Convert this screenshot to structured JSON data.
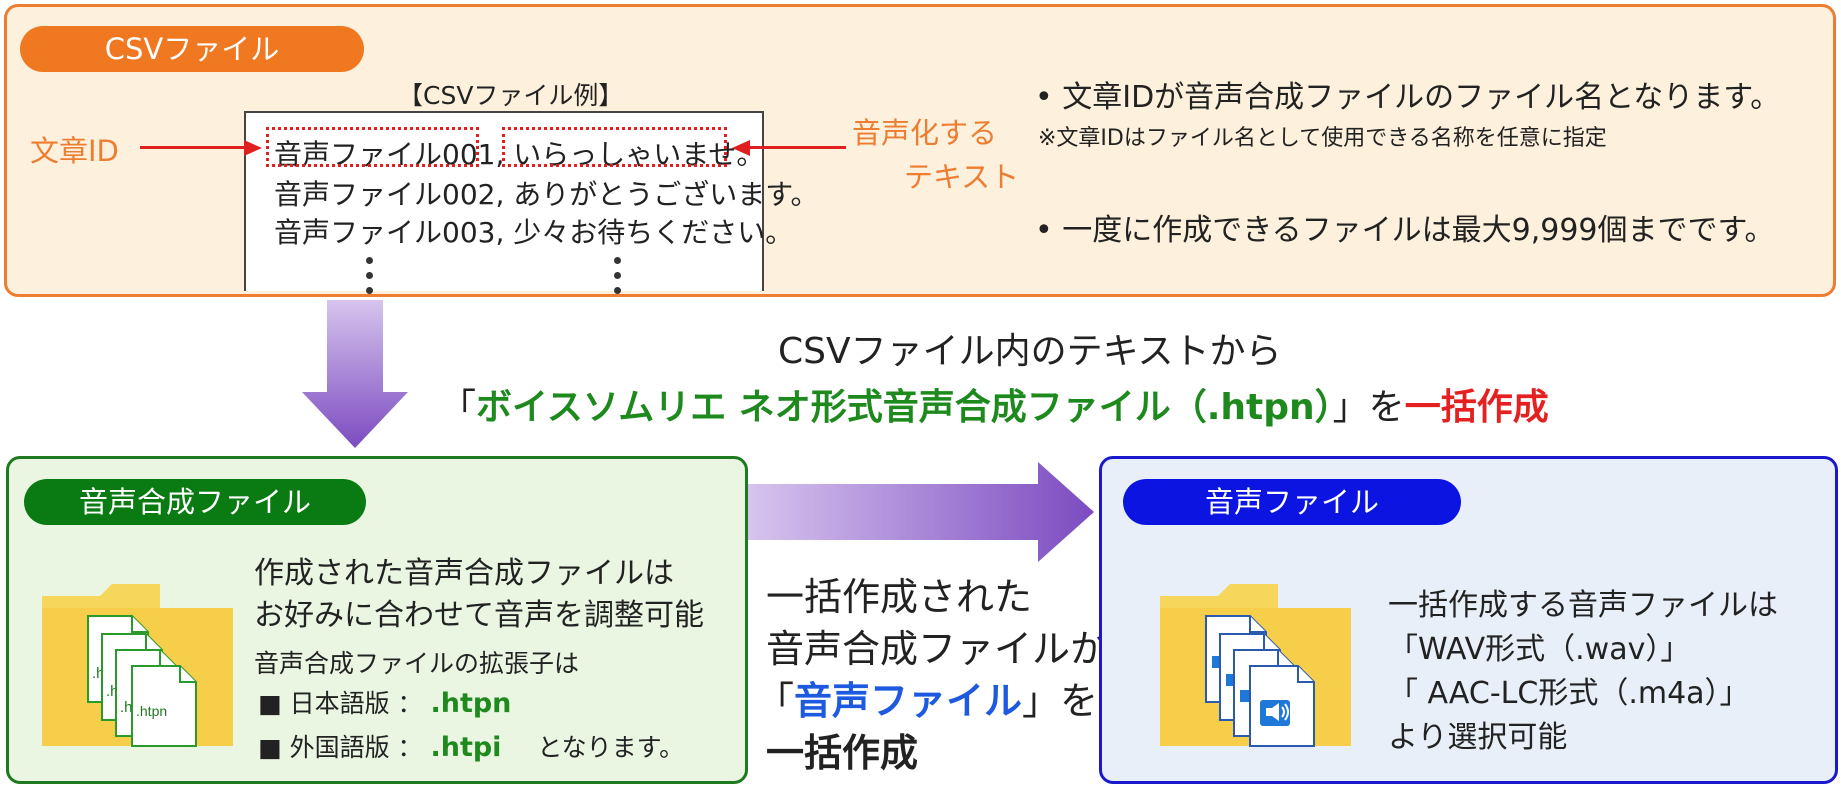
{
  "csv_panel": {
    "pill_label": "CSVファイル",
    "example_title": "【CSVファイル例】",
    "rows": [
      {
        "id": "音声ファイル001",
        "sep": ",",
        "text": "いらっしゃいませ。"
      },
      {
        "line": "音声ファイル002, ありがとうございます。"
      },
      {
        "line": "音声ファイル003, 少々お待ちください。"
      }
    ],
    "id_label": "文章ID",
    "text_label_line1": "音声化する",
    "text_label_line2": "テキスト",
    "bullet1": "• 文章IDが音声合成ファイルのファイル名となります。",
    "note1": "※文章IDはファイル名として使用できる名称を任意に指定",
    "bullet2": "• 一度に作成できるファイルは最大9,999個までです。"
  },
  "middle": {
    "line1": "CSVファイル内のテキストから",
    "line2_open": "「",
    "line2_green": "ボイスソムリエ ネオ形式音声合成ファイル（.htpn）",
    "line2_close": "」を",
    "line2_red": "一括作成"
  },
  "synth_panel": {
    "pill_label": "音声合成ファイル",
    "desc_line1": "作成された音声合成ファイルは",
    "desc_line2": "お好みに合わせて音声を調整可能",
    "ext_title": "音声合成ファイルの拡張子は",
    "jp_label": "■ 日本語版 ：",
    "jp_ext": ".htpn",
    "foreign_label": "■ 外国語版 ：",
    "foreign_ext": ".htpi",
    "foreign_suffix": "となります。",
    "file_labels": [
      ".ht",
      ".ht",
      ".h",
      ".htpn"
    ]
  },
  "arrow_text": {
    "line1": "一括作成された",
    "line2": "音声合成ファイルから",
    "line3_open": "「",
    "line3_blue": "音声ファイル",
    "line3_close": "」を",
    "line4_red": "一括作成"
  },
  "audio_panel": {
    "pill_label": "音声ファイル",
    "line1": "一括作成する音声ファイルは",
    "line2": "「WAV形式（.wav）」",
    "line3": "「 AAC-LC形式（.m4a）」",
    "line4": "より選択可能"
  },
  "colors": {
    "orange": "#ed7d31",
    "green": "#1e8a1e",
    "blue": "#1a1acc",
    "red": "#e52020",
    "purple": "#7b4bc0"
  }
}
